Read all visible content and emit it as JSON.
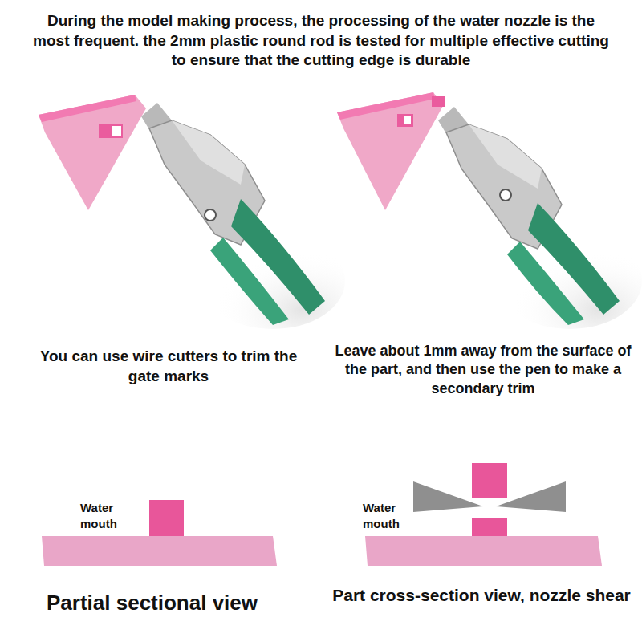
{
  "diagram": {
    "title": "During the model making process, the processing of the water nozzle is the most frequent. the 2mm plastic round rod is tested for multiple effective cutting to ensure that the cutting edge is durable",
    "labels": [
      "You can use wire cutters to trim the gate marks",
      "Leave about 1mm away from the surface of the part, and then use the pen to make a secondary trim",
      "Water mouth",
      "Water mouth",
      "Partial sectional view",
      "Part cross-section view, nozzle shear"
    ]
  }
}
